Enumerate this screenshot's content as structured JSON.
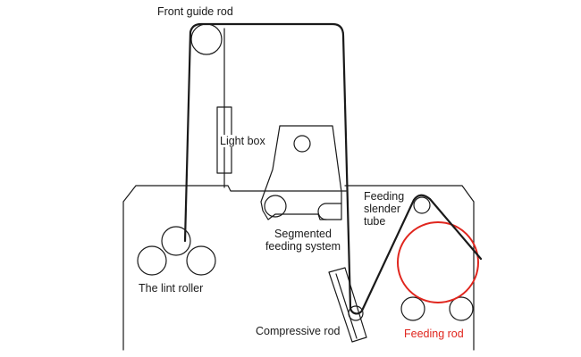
{
  "labels": {
    "front_guide_rod": "Front guide rod",
    "light_box": "Light box",
    "segmented_line1": "Segmented",
    "segmented_line2": "feeding system",
    "feeding_slender_line1": "Feeding",
    "feeding_slender_line2": "slender",
    "feeding_slender_line3": "tube",
    "lint_roller": "The lint roller",
    "compressive_rod": "Compressive rod",
    "feeding_rod": "Feeding rod"
  },
  "colors": {
    "line": "#1a1a1a",
    "highlight": "#e0261e"
  }
}
